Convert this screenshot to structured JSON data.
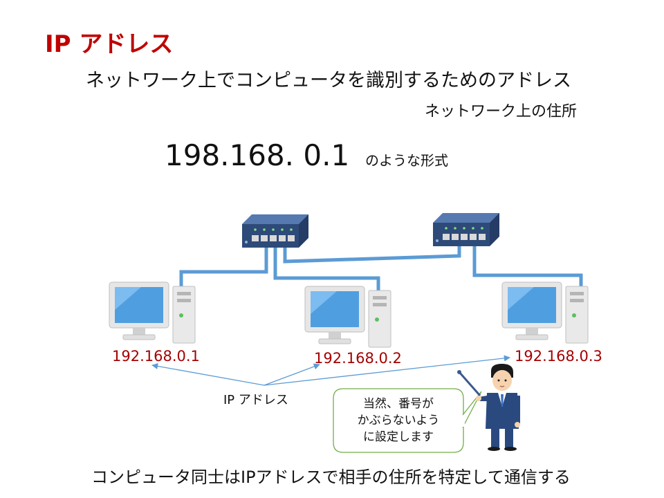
{
  "title": "IP アドレス",
  "subtitle": "ネットワーク上でコンピュータを識別するためのアドレス",
  "subtitle2": "ネットワーク上の住所",
  "example": {
    "ip": "198.168. 0.1",
    "suffix": "のような形式"
  },
  "computers": [
    {
      "label": "192.168.0.1"
    },
    {
      "label": "192.168.0.2"
    },
    {
      "label": "192.168.0.3"
    }
  ],
  "ip_caption": "IP アドレス",
  "bubble": {
    "lines": [
      "当然、番号が",
      "かぶらないよう",
      "に設定します"
    ]
  },
  "footer": "コンピュータ同士はIPアドレスで相手の住所を特定して通信する",
  "colors": {
    "title": "#c00000",
    "ip_label": "#a50000",
    "cable": "#5b9bd5",
    "hub": "#2e4a78",
    "bubble_border": "#70ad47",
    "monitor": "#4f9fe0"
  }
}
